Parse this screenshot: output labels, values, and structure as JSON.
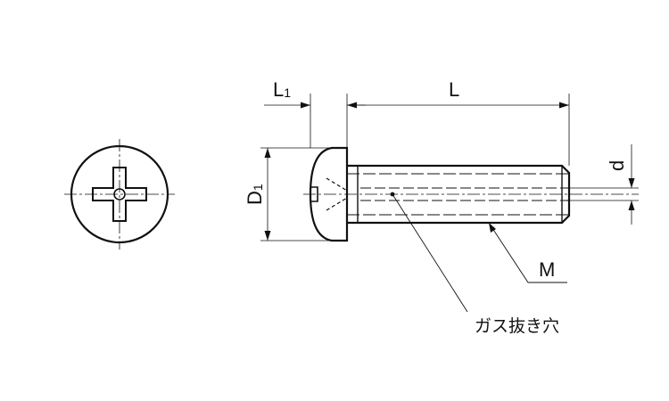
{
  "labels": {
    "l1_main": "L",
    "l1_sub": "1",
    "length": "L",
    "d1_main": "D",
    "d1_sub": "1",
    "thread_d": "d",
    "thread_m": "M",
    "vent_hole": "ガス抜き穴"
  },
  "colors": {
    "line": "#111111",
    "background": "#ffffff"
  }
}
